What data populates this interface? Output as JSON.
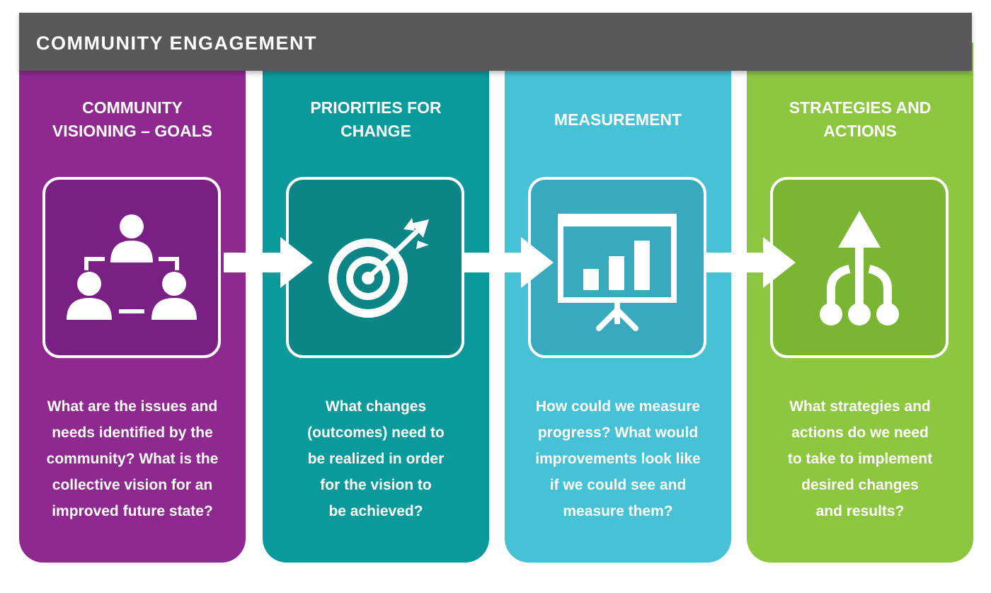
{
  "header": {
    "title": "COMMUNITY ENGAGEMENT"
  },
  "colors": {
    "header": "#58585a",
    "col1": "#8e2a8f",
    "col2": "#0a9a9b",
    "col3": "#47c1d5",
    "col4": "#8dc63f"
  },
  "columns": [
    {
      "title": [
        "COMMUNITY",
        "VISIONING – GOALS"
      ],
      "icon": "people-network-icon",
      "description": [
        "What are the issues and",
        "needs identified by the",
        "community? What is the",
        "collective vision for an",
        "improved future state?"
      ]
    },
    {
      "title": [
        "PRIORITIES FOR",
        "CHANGE"
      ],
      "icon": "target-arrow-icon",
      "description": [
        "What changes",
        "(outcomes) need to",
        "be realized in order",
        "for the vision to",
        "be achieved?"
      ]
    },
    {
      "title": [
        "MEASUREMENT"
      ],
      "icon": "presentation-chart-icon",
      "description": [
        "How could we measure",
        "progress? What would",
        "improvements look like",
        "if we could see and",
        "measure them?"
      ]
    },
    {
      "title": [
        "STRATEGIES AND",
        "ACTIONS"
      ],
      "icon": "branching-arrow-icon",
      "description": [
        "What strategies and",
        "actions do we need",
        "to take to implement",
        "desired changes",
        "and results?"
      ]
    }
  ]
}
